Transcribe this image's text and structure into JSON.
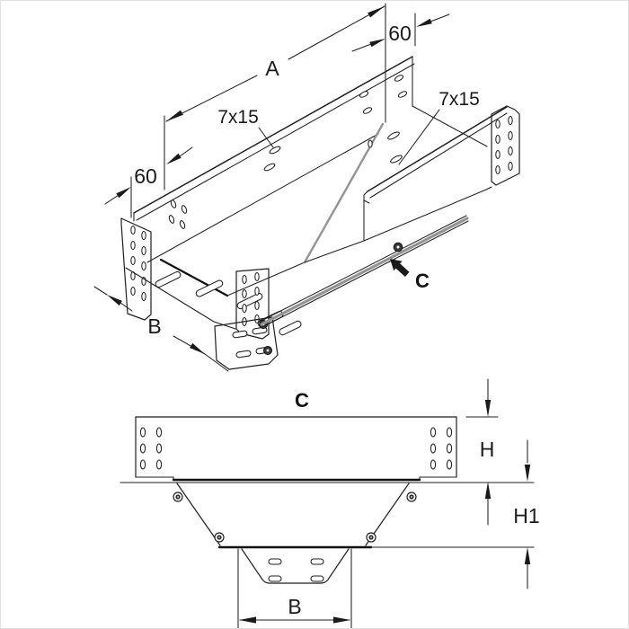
{
  "drawing": {
    "type": "technical-line-drawing",
    "subject": "cable-tray-tee-piece",
    "colors": {
      "line": "#1f1f1f",
      "highlight_bar": "#949494",
      "background": "#ffffff"
    },
    "iso_view": {
      "labels": {
        "dim_a": "A",
        "dim_60_top": "60",
        "dim_60_left": "60",
        "slot_size_main": "7x15",
        "slot_size_branch": "7x15",
        "dim_b": "B",
        "section_marker": "C"
      }
    },
    "front_view": {
      "labels": {
        "section_marker": "C",
        "dim_h": "H",
        "dim_h1": "H1",
        "dim_b": "B"
      }
    }
  }
}
